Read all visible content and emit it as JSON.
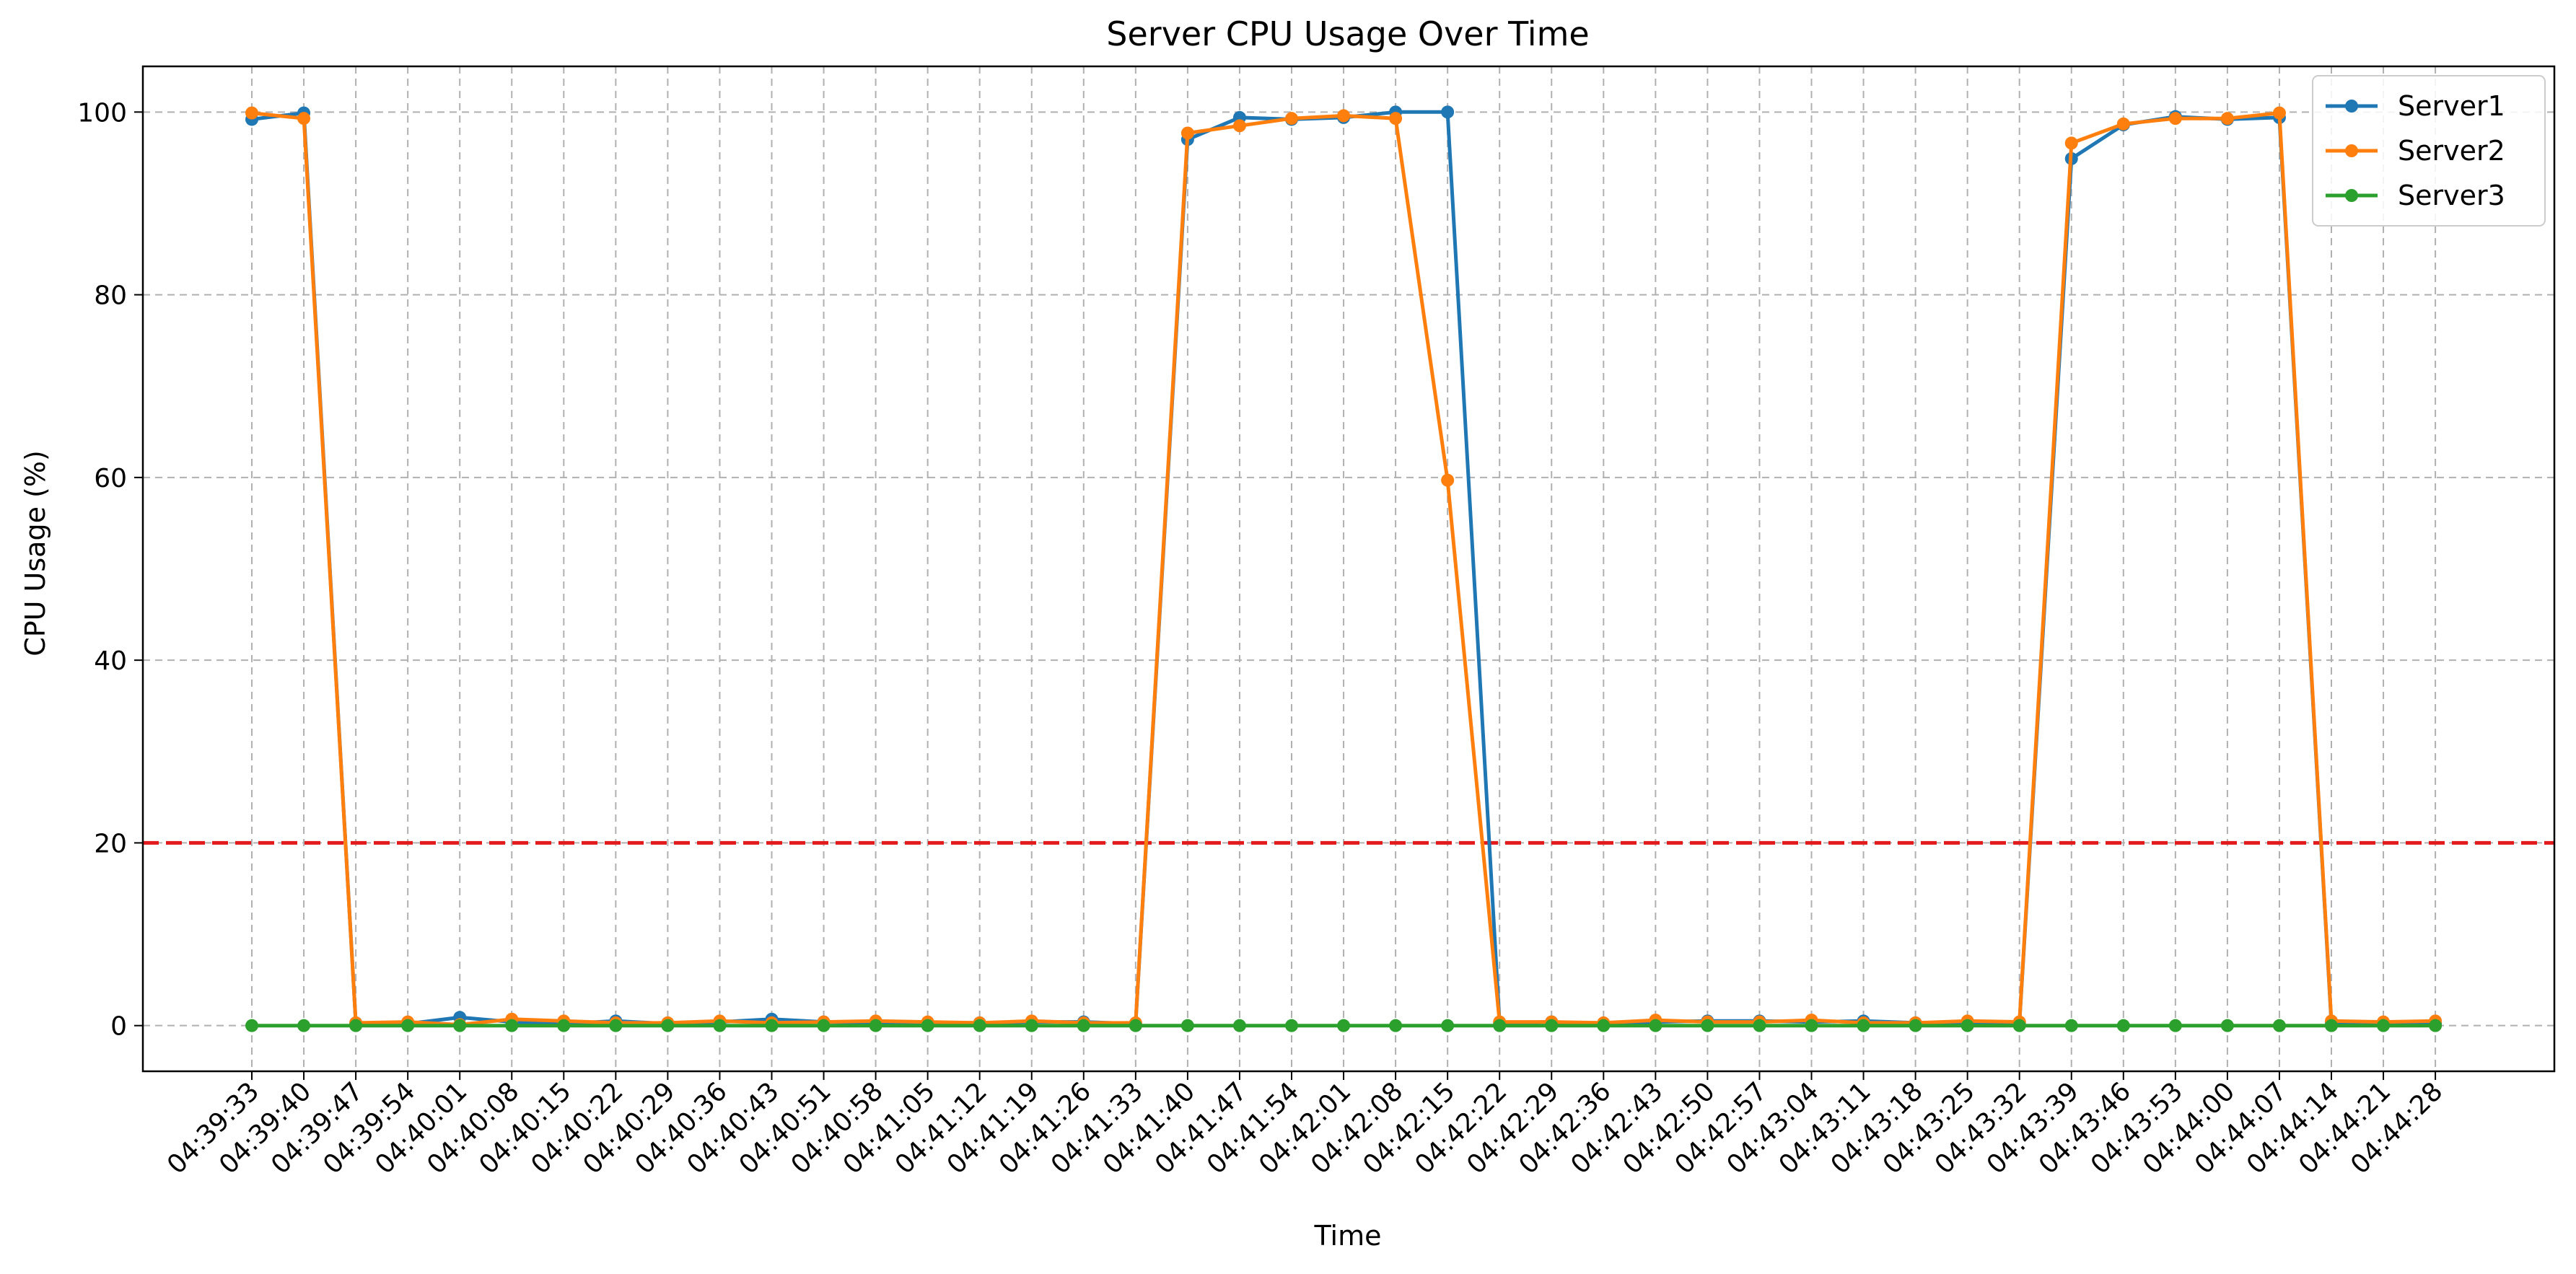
{
  "chart_data": {
    "type": "line",
    "title": "Server CPU Usage Over Time",
    "xlabel": "Time",
    "ylabel": "CPU Usage (%)",
    "ylim": [
      -5,
      105
    ],
    "yticks": [
      0,
      20,
      40,
      60,
      80,
      100
    ],
    "grid": true,
    "legend_position": "top-right",
    "threshold": {
      "value": 20,
      "color": "#e31a1c",
      "style": "dashed"
    },
    "x": [
      "04:39:33",
      "04:39:40",
      "04:39:47",
      "04:39:54",
      "04:40:01",
      "04:40:08",
      "04:40:15",
      "04:40:22",
      "04:40:29",
      "04:40:36",
      "04:40:43",
      "04:40:51",
      "04:40:58",
      "04:41:05",
      "04:41:12",
      "04:41:19",
      "04:41:26",
      "04:41:33",
      "04:41:40",
      "04:41:47",
      "04:41:54",
      "04:42:01",
      "04:42:08",
      "04:42:15",
      "04:42:22",
      "04:42:29",
      "04:42:36",
      "04:42:43",
      "04:42:50",
      "04:42:57",
      "04:43:04",
      "04:43:11",
      "04:43:18",
      "04:43:25",
      "04:43:32",
      "04:43:39",
      "04:43:46",
      "04:43:53",
      "04:44:00",
      "04:44:07",
      "04:44:14",
      "04:44:21",
      "04:44:28"
    ],
    "series": [
      {
        "name": "Server1",
        "color": "#1f77b4",
        "values": [
          99.2,
          99.9,
          0.3,
          0.2,
          0.9,
          0.4,
          0.2,
          0.5,
          0.2,
          0.4,
          0.7,
          0.4,
          0.3,
          0.3,
          0.3,
          0.4,
          0.4,
          0.2,
          97.0,
          99.4,
          99.2,
          99.4,
          100.0,
          100.0,
          0.3,
          0.4,
          0.2,
          0.4,
          0.5,
          0.5,
          0.4,
          0.5,
          0.3,
          0.3,
          0.3,
          94.9,
          98.6,
          99.5,
          99.2,
          99.4,
          0.3,
          0.3,
          0.3
        ],
        "x_count": 43
      },
      {
        "name": "Server2",
        "color": "#ff7f0e",
        "values": [
          99.9,
          99.3,
          0.3,
          0.4,
          0.1,
          0.7,
          0.5,
          0.3,
          0.3,
          0.5,
          0.3,
          0.4,
          0.5,
          0.4,
          0.3,
          0.5,
          0.3,
          0.3,
          97.7,
          98.5,
          99.3,
          99.6,
          99.3,
          59.7,
          0.4,
          0.4,
          0.3,
          0.6,
          0.4,
          0.4,
          0.6,
          0.3,
          0.3,
          0.5,
          0.4,
          96.6,
          98.7,
          99.3,
          99.3,
          99.9,
          0.5,
          0.4,
          0.5
        ],
        "x_count": 43
      },
      {
        "name": "Server3",
        "color": "#2ca02c",
        "values": [
          0.0,
          0.0,
          0.0,
          0.0,
          0.0,
          0.0,
          0.0,
          0.0,
          0.0,
          0.0,
          0.0,
          0.0,
          0.0,
          0.0,
          0.0,
          0.0,
          0.0,
          0.0,
          0.0,
          0.0,
          0.0,
          0.0,
          0.0,
          0.0,
          0.0,
          0.0,
          0.0,
          0.0,
          0.0,
          0.0,
          0.0,
          0.0,
          0.0,
          0.0,
          0.0,
          0.0,
          0.0,
          0.0,
          0.0,
          0.0,
          0.0,
          0.0,
          0.0
        ],
        "x_count": 43
      }
    ]
  }
}
